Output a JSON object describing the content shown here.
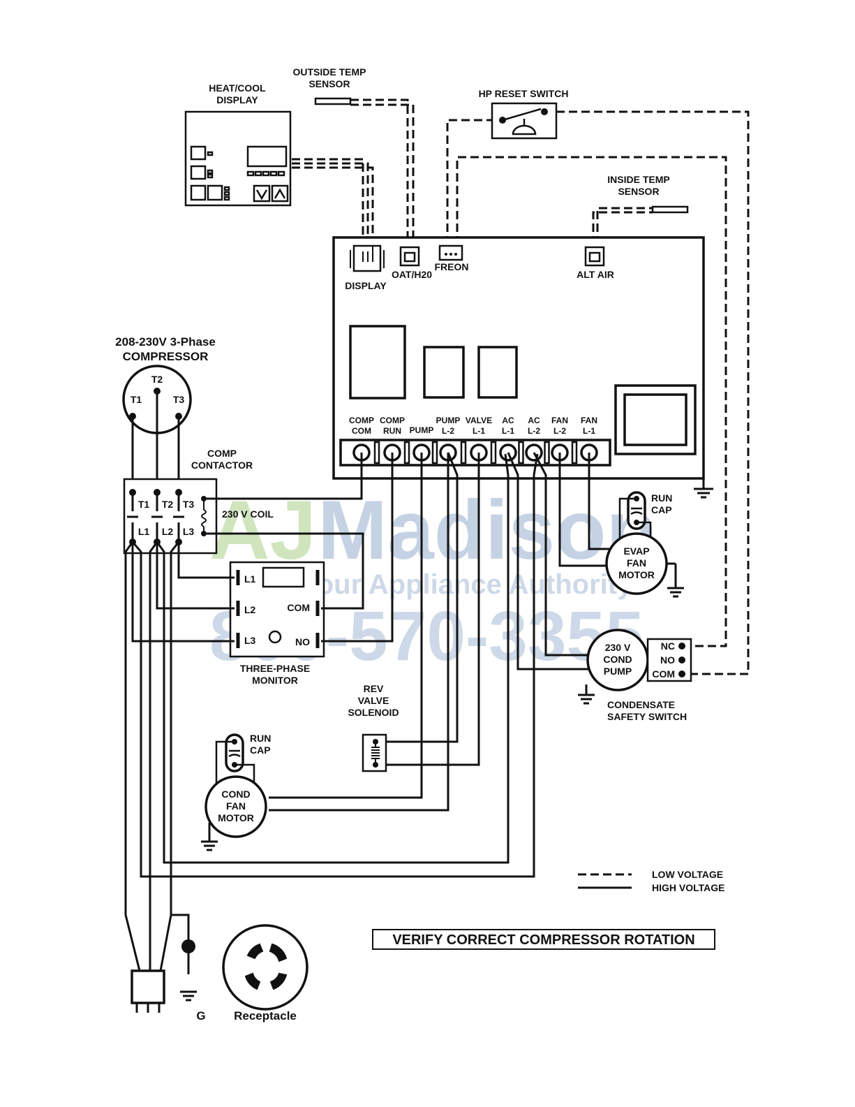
{
  "labels": {
    "heat_cool_display": [
      "HEAT/COOL",
      "DISPLAY"
    ],
    "outside_temp_sensor": [
      "OUTSIDE TEMP",
      "SENSOR"
    ],
    "hp_reset_switch": "HP RESET SWITCH",
    "inside_temp_sensor": [
      "INSIDE TEMP",
      "SENSOR"
    ],
    "connector_display": "DISPLAY",
    "connector_oat": "OAT/H20",
    "connector_freon": "FREON",
    "connector_alt_air": "ALT AIR",
    "compressor_title": [
      "208-230V   3-Phase",
      "COMPRESSOR"
    ],
    "compressor_terminals": [
      "T1",
      "T2",
      "T3"
    ],
    "comp_contactor": [
      "COMP",
      "CONTACTOR"
    ],
    "contactor_top": [
      "T1",
      "T2",
      "T3"
    ],
    "contactor_bottom": [
      "L1",
      "L2",
      "L3"
    ],
    "coil": "230 V  COIL",
    "monitor_terminals": [
      "L1",
      "L2",
      "L3",
      "COM",
      "NO"
    ],
    "three_phase_monitor": [
      "THREE-PHASE",
      "MONITOR"
    ],
    "terminal_strip": [
      [
        "COMP",
        "COM"
      ],
      [
        "COMP",
        "RUN"
      ],
      [
        "PUMP",
        ""
      ],
      [
        "PUMP",
        "L-2"
      ],
      [
        "VALVE",
        "L-1"
      ],
      [
        "AC",
        "L-1"
      ],
      [
        "AC",
        "L-2"
      ],
      [
        "FAN",
        "L-2"
      ],
      [
        "FAN",
        "L-1"
      ]
    ],
    "run_cap_evap": [
      "RUN",
      "CAP"
    ],
    "evap_fan_motor": [
      "EVAP",
      "FAN",
      "MOTOR"
    ],
    "cond_pump": [
      "230 V",
      "COND",
      "PUMP"
    ],
    "safety_switch_terminals": [
      "NC",
      "NO",
      "COM"
    ],
    "condensate_safety_switch": [
      "CONDENSATE",
      "SAFETY SWITCH"
    ],
    "rev_valve_solenoid": [
      "REV",
      "VALVE",
      "SOLENOID"
    ],
    "run_cap_cond": [
      "RUN",
      "CAP"
    ],
    "cond_fan_motor": [
      "COND",
      "FAN",
      "MOTOR"
    ],
    "legend_low": "LOW VOLTAGE",
    "legend_high": "HIGH VOLTAGE",
    "verify_rotation": "VERIFY CORRECT COMPRESSOR ROTATION",
    "ground_label": "G",
    "receptacle": "Receptacle"
  },
  "watermark": {
    "brand_a": "AJ",
    "brand_b": "Madison",
    "tagline": "Your Appliance Authority™",
    "phone": "800-570-3355"
  }
}
